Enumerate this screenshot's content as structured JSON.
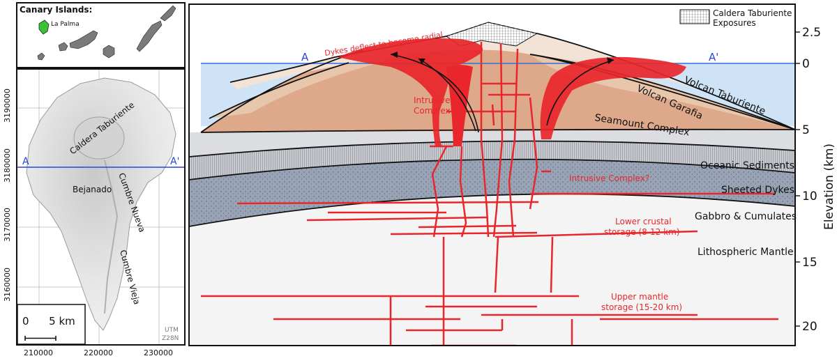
{
  "inset": {
    "title": "Canary Islands:",
    "highlight_label": "La Palma",
    "highlight_color": "#39c234",
    "island_color": "#7a7a7a"
  },
  "map": {
    "y_ticks": [
      "3190000",
      "3180000",
      "3170000",
      "3160000"
    ],
    "x_ticks": [
      "210000",
      "220000",
      "230000"
    ],
    "place_labels": {
      "caldera": "Caldera Taburiente",
      "bejanado": "Bejanado",
      "cumbre_nueva": "Cumbre Nueva",
      "cumbre_vieja": "Cumbre Vieja"
    },
    "section_start": "A",
    "section_end": "A'",
    "scale_text": "0      5 km",
    "projection_line1": "UTM",
    "projection_line2": "Z28N"
  },
  "section": {
    "legend_line1": "Caldera Taburiente",
    "legend_line2": "Exposures",
    "a_label": "A",
    "a_prime_label": "A'",
    "annotations": {
      "dykes": "Dykes deflect to become radial",
      "intrusive1_line1": "Intrusive",
      "intrusive1_line2": "Complex?",
      "intrusive2": "Intrusive Complex?",
      "lower_line1": "Lower crustal",
      "lower_line2": "storage (8-12 km)",
      "upper_line1": "Upper mantle",
      "upper_line2": "storage (15-20 km)"
    },
    "layers": {
      "taburiente": "Volcan Taburiente",
      "garafia": "Volcan Garafia",
      "seamount": "Seamount Complex",
      "sediments": "Oceanic Sediments",
      "sheeted": "Sheeted Dykes",
      "gabbro": "Gabbro & Cumulates",
      "mantle": "Lithospheric Mantle"
    },
    "axis_label": "Elevation (km)",
    "y_ticks": [
      "2.5",
      "0",
      "5",
      "10",
      "15",
      "20"
    ],
    "colors": {
      "magma": "#e8262b",
      "sea": "#cfe3f7",
      "taburiente": "#f3e3d6",
      "garafia": "#e8c6ac",
      "seamount": "#dea98a",
      "sediments": "#dcdde1",
      "sheeted": "#c9cbd1",
      "gabbro": "#98a4b6",
      "mantle": "#f4f4f4"
    }
  }
}
